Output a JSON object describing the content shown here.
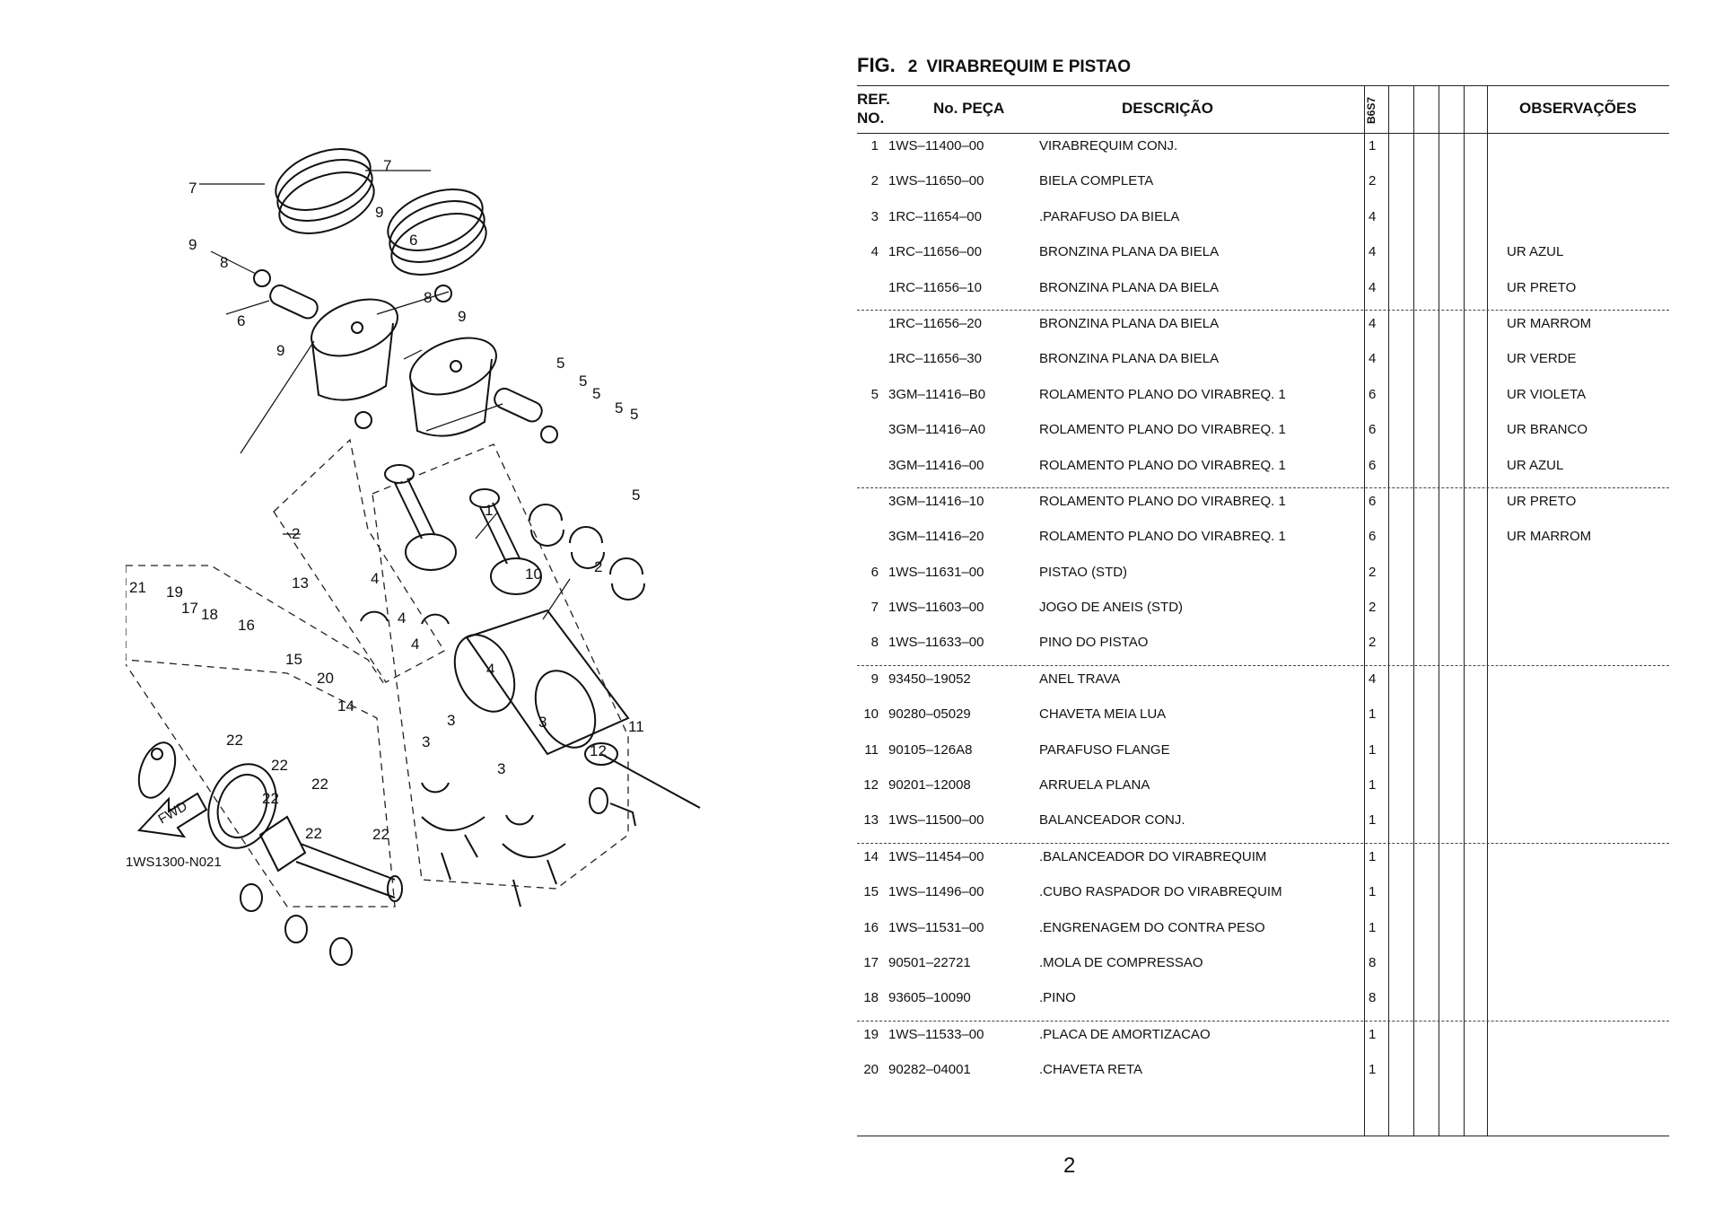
{
  "figure": {
    "fig_label": "FIG.",
    "number": "2",
    "title": "VIRABREQUIM E PISTAO",
    "diagram_code": "1WS1300-N021",
    "fwd_label": "FWD"
  },
  "headers": {
    "ref_line1": "REF.",
    "ref_line2": "NO.",
    "part_no": "No. PEÇA",
    "description": "DESCRIÇÃO",
    "model": "B6S7",
    "notes": "OBSERVAÇÕES"
  },
  "rows": [
    {
      "ref": "1",
      "part": "1WS–11400–00",
      "desc": "VIRABREQUIM CONJ.",
      "qty": "1",
      "note": ""
    },
    {
      "ref": "2",
      "part": "1WS–11650–00",
      "desc": "BIELA COMPLETA",
      "qty": "2",
      "note": ""
    },
    {
      "ref": "3",
      "part": "1RC–11654–00",
      "desc": ".PARAFUSO DA BIELA",
      "qty": "4",
      "note": ""
    },
    {
      "ref": "4",
      "part": "1RC–11656–00",
      "desc": "BRONZINA PLANA DA BIELA",
      "qty": "4",
      "note": "UR AZUL"
    },
    {
      "ref": "",
      "part": "1RC–11656–10",
      "desc": "BRONZINA PLANA DA BIELA",
      "qty": "4",
      "note": "UR PRETO"
    },
    {
      "ref": "",
      "part": "1RC–11656–20",
      "desc": "BRONZINA PLANA DA BIELA",
      "qty": "4",
      "note": "UR MARROM"
    },
    {
      "ref": "",
      "part": "1RC–11656–30",
      "desc": "BRONZINA PLANA DA BIELA",
      "qty": "4",
      "note": "UR VERDE"
    },
    {
      "ref": "5",
      "part": "3GM–11416–B0",
      "desc": "ROLAMENTO PLANO DO VIRABREQ. 1",
      "qty": "6",
      "note": "UR VIOLETA"
    },
    {
      "ref": "",
      "part": "3GM–11416–A0",
      "desc": "ROLAMENTO PLANO DO VIRABREQ. 1",
      "qty": "6",
      "note": "UR BRANCO"
    },
    {
      "ref": "",
      "part": "3GM–11416–00",
      "desc": "ROLAMENTO PLANO DO VIRABREQ. 1",
      "qty": "6",
      "note": "UR AZUL"
    },
    {
      "ref": "",
      "part": "3GM–11416–10",
      "desc": "ROLAMENTO PLANO DO VIRABREQ. 1",
      "qty": "6",
      "note": "UR PRETO"
    },
    {
      "ref": "",
      "part": "3GM–11416–20",
      "desc": "ROLAMENTO PLANO DO VIRABREQ. 1",
      "qty": "6",
      "note": "UR MARROM"
    },
    {
      "ref": "6",
      "part": "1WS–11631–00",
      "desc": "PISTAO (STD)",
      "qty": "2",
      "note": ""
    },
    {
      "ref": "7",
      "part": "1WS–11603–00",
      "desc": "JOGO DE ANEIS (STD)",
      "qty": "2",
      "note": ""
    },
    {
      "ref": "8",
      "part": "1WS–11633–00",
      "desc": "PINO DO PISTAO",
      "qty": "2",
      "note": ""
    },
    {
      "ref": "9",
      "part": "93450–19052",
      "desc": "ANEL TRAVA",
      "qty": "4",
      "note": ""
    },
    {
      "ref": "10",
      "part": "90280–05029",
      "desc": "CHAVETA MEIA LUA",
      "qty": "1",
      "note": ""
    },
    {
      "ref": "11",
      "part": "90105–126A8",
      "desc": "PARAFUSO FLANGE",
      "qty": "1",
      "note": ""
    },
    {
      "ref": "12",
      "part": "90201–12008",
      "desc": "ARRUELA PLANA",
      "qty": "1",
      "note": ""
    },
    {
      "ref": "13",
      "part": "1WS–11500–00",
      "desc": "BALANCEADOR CONJ.",
      "qty": "1",
      "note": ""
    },
    {
      "ref": "14",
      "part": "1WS–11454–00",
      "desc": ".BALANCEADOR DO VIRABREQUIM",
      "qty": "1",
      "note": ""
    },
    {
      "ref": "15",
      "part": "1WS–11496–00",
      "desc": ".CUBO RASPADOR DO VIRABREQUIM",
      "qty": "1",
      "note": ""
    },
    {
      "ref": "16",
      "part": "1WS–11531–00",
      "desc": ".ENGRENAGEM DO CONTRA PESO",
      "qty": "1",
      "note": ""
    },
    {
      "ref": "17",
      "part": "90501–22721",
      "desc": ".MOLA DE COMPRESSAO",
      "qty": "8",
      "note": ""
    },
    {
      "ref": "18",
      "part": "93605–10090",
      "desc": ".PINO",
      "qty": "8",
      "note": ""
    },
    {
      "ref": "19",
      "part": "1WS–11533–00",
      "desc": ".PLACA DE AMORTIZACAO",
      "qty": "1",
      "note": ""
    },
    {
      "ref": "20",
      "part": "90282–04001",
      "desc": ".CHAVETA RETA",
      "qty": "1",
      "note": ""
    }
  ],
  "callouts": {
    "c1": "1",
    "c2": "2",
    "c3": "3",
    "c4": "4",
    "c5": "5",
    "c6": "6",
    "c7": "7",
    "c8": "8",
    "c9": "9",
    "c10": "10",
    "c11": "11",
    "c12": "12",
    "c13": "13",
    "c14": "14",
    "c15": "15",
    "c16": "16",
    "c17": "17",
    "c18": "18",
    "c19": "19",
    "c20": "20",
    "c21": "21",
    "c22": "22"
  },
  "page_number": "2"
}
